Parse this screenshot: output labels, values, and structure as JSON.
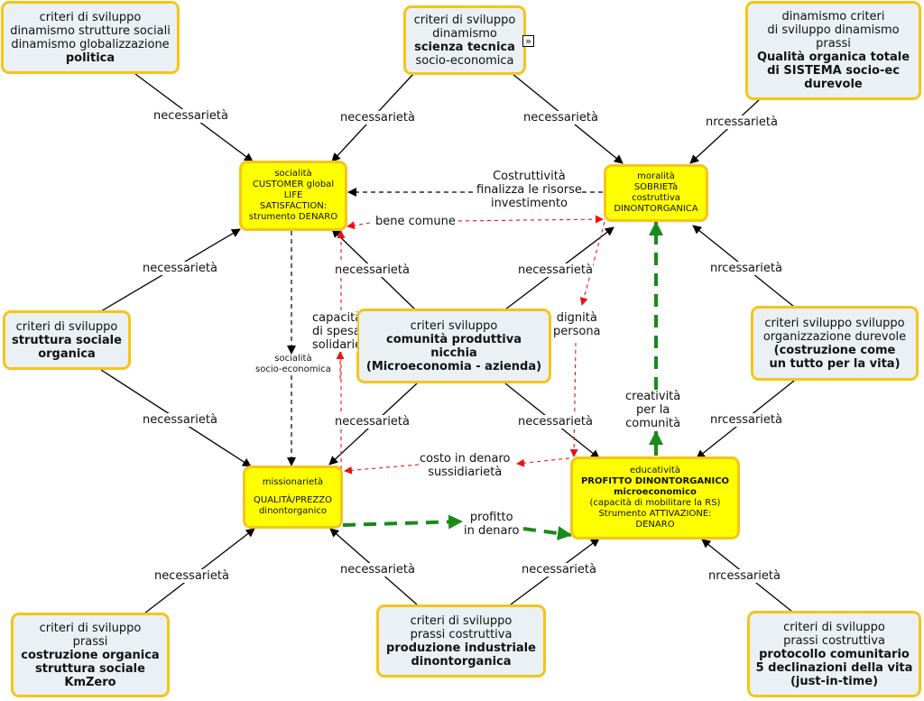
{
  "nodes": {
    "crit_top_left": [
      "criteri di sviluppo",
      "dinamismo strutture sociali",
      "dinamismo globalizzazione",
      "politica"
    ],
    "crit_top_center": [
      "criteri di sviluppo",
      "dinamismo",
      "scienza tecnica",
      "socio-economica"
    ],
    "crit_top_right": [
      "dinamismo criteri",
      "di sviluppo dinamismo",
      "prassi",
      "Qualità organica totale",
      "di SISTEMA socio-ec",
      "durevole"
    ],
    "socialita": [
      "socialità",
      "CUSTOMER  global",
      "LIFE",
      "SATISFACTION:",
      "strumento DENARO"
    ],
    "moralita": [
      "moralità",
      "SOBRIETà",
      "costruttiva",
      "DINONTORGANICA"
    ],
    "crit_mid_left": [
      "criteri di sviluppo",
      "struttura sociale",
      "organica"
    ],
    "comunita": [
      "criteri sviluppo",
      "comunità produttiva",
      "nicchia",
      "(Microeconomia - azienda)"
    ],
    "crit_mid_right": [
      "criteri sviluppo sviluppo",
      "organizzazione durevole",
      "(costruzione come",
      "un tutto per la vita)"
    ],
    "missionarieta": [
      "missionarietà",
      "",
      "QUALITÀ/PREZZO",
      "dinontorganico"
    ],
    "educativita": [
      "educatività",
      "PROFITTO DINONTORGANICO",
      "microeconomico",
      "(capacità di mobilitare la RS)",
      "Strumento ATTIVAZIONE:",
      "DENARO"
    ],
    "crit_bottom_left": [
      "criteri di sviluppo",
      "prassi",
      "costruzione organica",
      "struttura sociale",
      "KmZero"
    ],
    "crit_bottom_center": [
      "criteri di sviluppo",
      "prassi costruttiva",
      "produzione industriale",
      "dinontorganica"
    ],
    "crit_bottom_right": [
      "criteri di sviluppo",
      "prassi costruttiva",
      "protocollo comunitario",
      "5 declinazioni della vita",
      "(just-in-time)"
    ]
  },
  "labels": {
    "nec_tl": "necessarietà",
    "nec_tc1": "necessarietà",
    "nec_tc2": "necessarietà",
    "nrc_tr": "nrcessarietà",
    "costruttivita": [
      "Costruttività",
      "finalizza le risorse",
      "investimento"
    ],
    "bene_comune": "bene comune",
    "nec_ml_up": "necessarietà",
    "nec_cc_up_left": "necessarietà",
    "nec_cc_up_right": "necessarietà",
    "nrc_mr_up": "nrcessarietà",
    "capacita": [
      "capacità",
      "di spesa",
      "solidarie"
    ],
    "dignita": [
      "dignità",
      "persona"
    ],
    "socialita_socio": [
      "socialità",
      "socio-economica"
    ],
    "nec_ml_down": "necessarietà",
    "nec_cc_down_left": "necessarietà",
    "nec_cc_down_right": "necessarietà",
    "nrc_mr_down": "nrcessarietà",
    "creativita": [
      "creatività",
      "per la",
      "comunità"
    ],
    "costo": [
      "costo in denaro",
      "sussidiarietà"
    ],
    "profitto": [
      "profitto",
      "in denaro"
    ],
    "nec_bl": "necessarietà",
    "nec_bc_left": "necessarietà",
    "nec_bc_right": "necessarietà",
    "nrc_br": "nrcessarietà"
  },
  "ext_icon": "external-link-icon",
  "colors": {
    "node_fill": "#eaf0f3",
    "core_fill": "#ffff00",
    "border": "#f5c518",
    "red_link": "#ee1111",
    "green_link": "#1a8a1a"
  }
}
